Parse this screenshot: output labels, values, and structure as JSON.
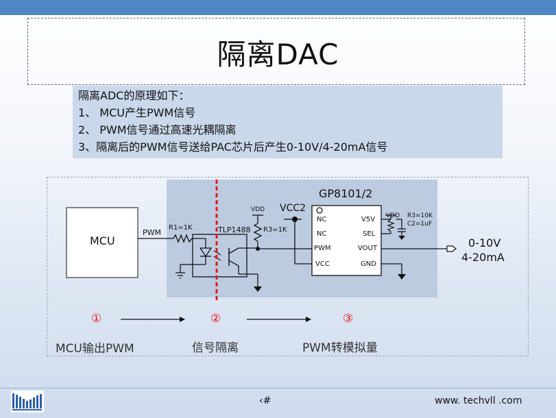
{
  "slide": {
    "title": "隔离DAC",
    "description_lines": [
      "隔离ADC的原理如下：",
      "1、 MCU产生PWM信号",
      "2、 PWM信号通过高速光耦隔离",
      "3、隔离后的PWM信号送给PAC芯片后产生0-10V/4-20mA信号"
    ]
  },
  "diagram": {
    "mcu_label": "MCU",
    "pwm_line_label": "PWM",
    "r1_label": "R1=1K",
    "optocoupler_label": "TLP1488",
    "vdd_left": "VDD",
    "r3_left_label": "R3=1K",
    "vcc2_label": "VCC2",
    "chip_title": "GP8101/2",
    "chip_pins_left": [
      "NC",
      "NC",
      "PWM",
      "VCC"
    ],
    "chip_pins_right": [
      "V5V",
      "SEL",
      "VOUT",
      "GND"
    ],
    "vdd_right": "VDD",
    "r3_right_label": "R3=10K",
    "c2_label": "C2=1uF",
    "output_labels": [
      "0-10V",
      "4-20mA"
    ],
    "steps": [
      {
        "number": "①",
        "label": "MCU输出PWM"
      },
      {
        "number": "②",
        "label": "信号隔离"
      },
      {
        "number": "③",
        "label": "PWM转模拟量"
      }
    ],
    "colors": {
      "isolation_line": "#e8141b",
      "step_number": "#e8141b",
      "chip_panel": "#bccbe0"
    }
  },
  "footer": {
    "page_number": "‹#",
    "website": "www. techvll .com",
    "logo": "techvll-logo"
  }
}
